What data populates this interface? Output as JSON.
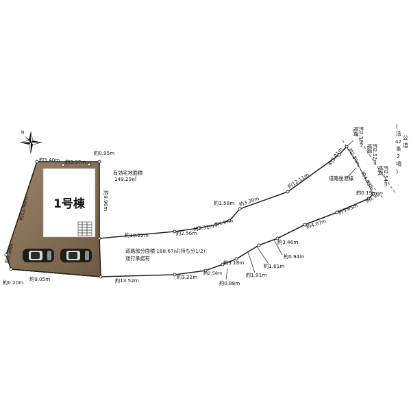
{
  "building": {
    "label": "1号棟"
  },
  "effective_area": {
    "label": "有効宅地面積",
    "value": "149.29㎡"
  },
  "road_area": {
    "label": "道路部分面積 188.67㎡(持ち分1/2)",
    "note": "通行承諾有"
  },
  "road_setback_label": "道路後退線",
  "public_road": [
    "(",
    "法",
    "42",
    "条",
    "2",
    "項",
    ")",
    "公",
    "道"
  ],
  "road_width_labels": [
    {
      "title": "幅員",
      "value": "約2.58m"
    },
    {
      "title": "幅員",
      "value": "約2.52m"
    },
    {
      "title": "幅員",
      "value": "約2.54m"
    }
  ],
  "dimensions": {
    "top_1": "約3.40m",
    "top_2": "約3.97m",
    "top_3": "約0.95m",
    "right_side": "約9.96m",
    "left_side": "約12.90m",
    "left_bottom": "約2.39m",
    "bottom_corner": "約0.20m",
    "bottom_1": "約9.05m",
    "bottom_2": "約13.52m",
    "bottom_3": "約3.22m",
    "bottom_4": "約2.58m",
    "bottom_5": "約3.18m",
    "bottom_6": "約0.88m",
    "bottom_7": "約1.91m",
    "bottom_8": "約1.61m",
    "bottom_9": "約0.94m",
    "bottom_10": "約3.46m",
    "bottom_11": "約4.07m",
    "bottom_12": "約5.65m",
    "bottom_13": "約1.96m",
    "bottom_14": "約0.19m",
    "upper_1": "約10.22m",
    "upper_2": "約2.56m",
    "upper_3": "約3.31m",
    "upper_4": "約1.97m",
    "upper_5": "約1.58m",
    "upper_6": "約3.30m",
    "upper_7": "約12.11m",
    "upper_8": "約3.01m",
    "upper_9": "約2.80m",
    "upper_10": "約4.63m"
  },
  "colors": {
    "lot_fill": "#8a7357",
    "lot_fill_dark": "#6f5b45",
    "white_area": "#ffffff"
  },
  "icons": [
    "north-arrow-icon",
    "car-icon",
    "car-icon",
    "staircase-icon"
  ]
}
